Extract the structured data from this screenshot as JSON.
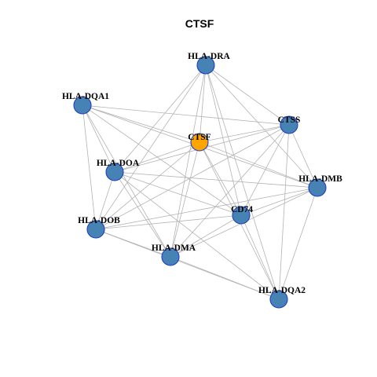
{
  "title": "CTSF",
  "colors": {
    "default_node": "#4682b4",
    "highlight_node": "#ffa500",
    "node_border": "#1f3fc4",
    "edge": "#b3b3b3"
  },
  "nodes": [
    {
      "id": "HLA-DRA",
      "label": "HLA-DRA",
      "highlight": false
    },
    {
      "id": "HLA-DQA1",
      "label": "HLA-DQA1",
      "highlight": false
    },
    {
      "id": "CTSS",
      "label": "CTSS",
      "highlight": false
    },
    {
      "id": "CTSF",
      "label": "CTSF",
      "highlight": true
    },
    {
      "id": "HLA-DOA",
      "label": "HLA-DOA",
      "highlight": false
    },
    {
      "id": "HLA-DMB",
      "label": "HLA-DMB",
      "highlight": false
    },
    {
      "id": "CD74",
      "label": "CD74",
      "highlight": false
    },
    {
      "id": "HLA-DOB",
      "label": "HLA-DOB",
      "highlight": false
    },
    {
      "id": "HLA-DMA",
      "label": "HLA-DMA",
      "highlight": false
    },
    {
      "id": "HLA-DQA2",
      "label": "HLA-DQA2",
      "highlight": false
    }
  ],
  "edges": [
    [
      "HLA-DRA",
      "HLA-DOA"
    ],
    [
      "HLA-DRA",
      "CTSS"
    ],
    [
      "HLA-DRA",
      "HLA-DMB"
    ],
    [
      "HLA-DRA",
      "CD74"
    ],
    [
      "HLA-DRA",
      "HLA-DOB"
    ],
    [
      "HLA-DRA",
      "HLA-DMA"
    ],
    [
      "HLA-DRA",
      "HLA-DQA2"
    ],
    [
      "HLA-DRA",
      "CTSF"
    ],
    [
      "HLA-DQA1",
      "CTSS"
    ],
    [
      "HLA-DQA1",
      "CTSF"
    ],
    [
      "HLA-DQA1",
      "HLA-DOA"
    ],
    [
      "HLA-DQA1",
      "HLA-DMB"
    ],
    [
      "HLA-DQA1",
      "CD74"
    ],
    [
      "HLA-DQA1",
      "HLA-DOB"
    ],
    [
      "HLA-DQA1",
      "HLA-DMA"
    ],
    [
      "CTSS",
      "HLA-DOA"
    ],
    [
      "CTSS",
      "HLA-DOB"
    ],
    [
      "CTSS",
      "HLA-DMA"
    ],
    [
      "CTSS",
      "HLA-DQA2"
    ],
    [
      "CTSS",
      "CD74"
    ],
    [
      "CTSS",
      "CTSF"
    ],
    [
      "CTSS",
      "HLA-DMB"
    ],
    [
      "CTSF",
      "HLA-DOA"
    ],
    [
      "CTSF",
      "HLA-DOB"
    ],
    [
      "CTSF",
      "HLA-DMA"
    ],
    [
      "CTSF",
      "HLA-DMB"
    ],
    [
      "CTSF",
      "CD74"
    ],
    [
      "CTSF",
      "HLA-DQA2"
    ],
    [
      "HLA-DOA",
      "HLA-DMB"
    ],
    [
      "HLA-DOA",
      "CD74"
    ],
    [
      "HLA-DOA",
      "HLA-DMA"
    ],
    [
      "HLA-DOA",
      "HLA-DQA2"
    ],
    [
      "HLA-DOA",
      "HLA-DOB"
    ],
    [
      "HLA-DMB",
      "HLA-DOB"
    ],
    [
      "HLA-DMB",
      "HLA-DMA"
    ],
    [
      "HLA-DMB",
      "HLA-DQA2"
    ],
    [
      "HLA-DMB",
      "CD74"
    ],
    [
      "CD74",
      "HLA-DOB"
    ],
    [
      "CD74",
      "HLA-DMA"
    ],
    [
      "CD74",
      "HLA-DQA2"
    ],
    [
      "HLA-DOB",
      "HLA-DMA"
    ],
    [
      "HLA-DOB",
      "HLA-DQA2"
    ],
    [
      "HLA-DMA",
      "HLA-DQA2"
    ]
  ]
}
